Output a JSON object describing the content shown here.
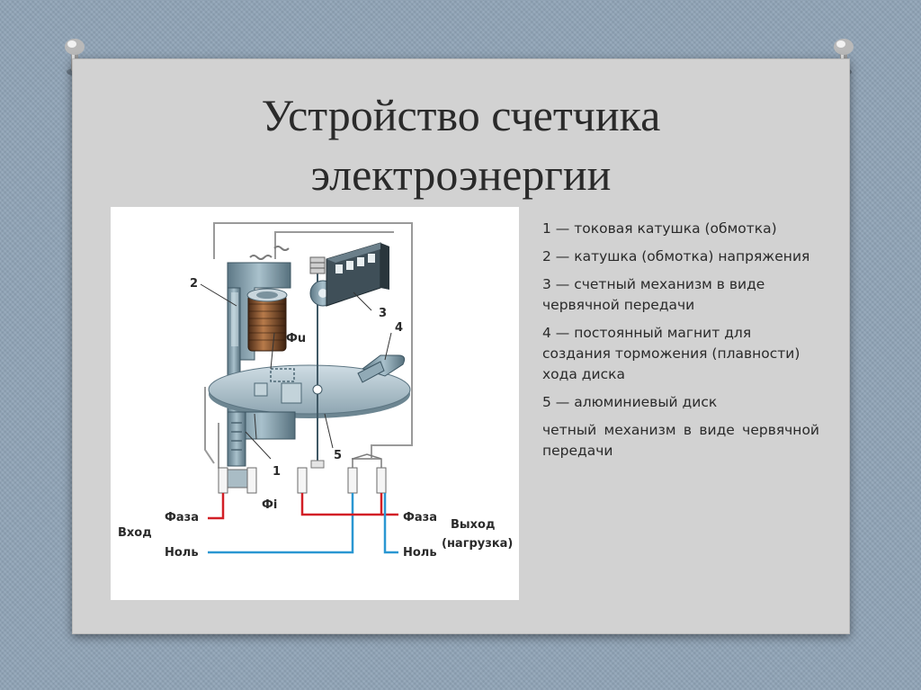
{
  "slide": {
    "title_line1": "Устройство счетчика",
    "title_line2": "электроэнергии"
  },
  "diagram": {
    "labels": {
      "n1": "1",
      "n2": "2",
      "n3": "3",
      "n4": "4",
      "n5": "5",
      "phi_u": "Фu",
      "phi_i": "Фi",
      "input": "Вход",
      "phase_in": "Фаза",
      "zero_in": "Ноль",
      "phase_out": "Фаза",
      "zero_out": "Ноль",
      "output": "Выход",
      "output_load": "(нагрузка)"
    },
    "colors": {
      "phase_wire": "#d21f26",
      "zero_wire": "#2a97d2",
      "metal": "#7f9aa8"
    }
  },
  "legend": {
    "items": [
      "1 — токовая катушка (обмотка)",
      "2 — катушка (обмотка) напряжения",
      "3 — счетный механизм в виде червячной передачи",
      "4 — постоянный магнит для создания торможения (плавности) хода диска",
      "5 — алюминиевый диск",
      "четный механизм в виде червячной передачи"
    ]
  }
}
